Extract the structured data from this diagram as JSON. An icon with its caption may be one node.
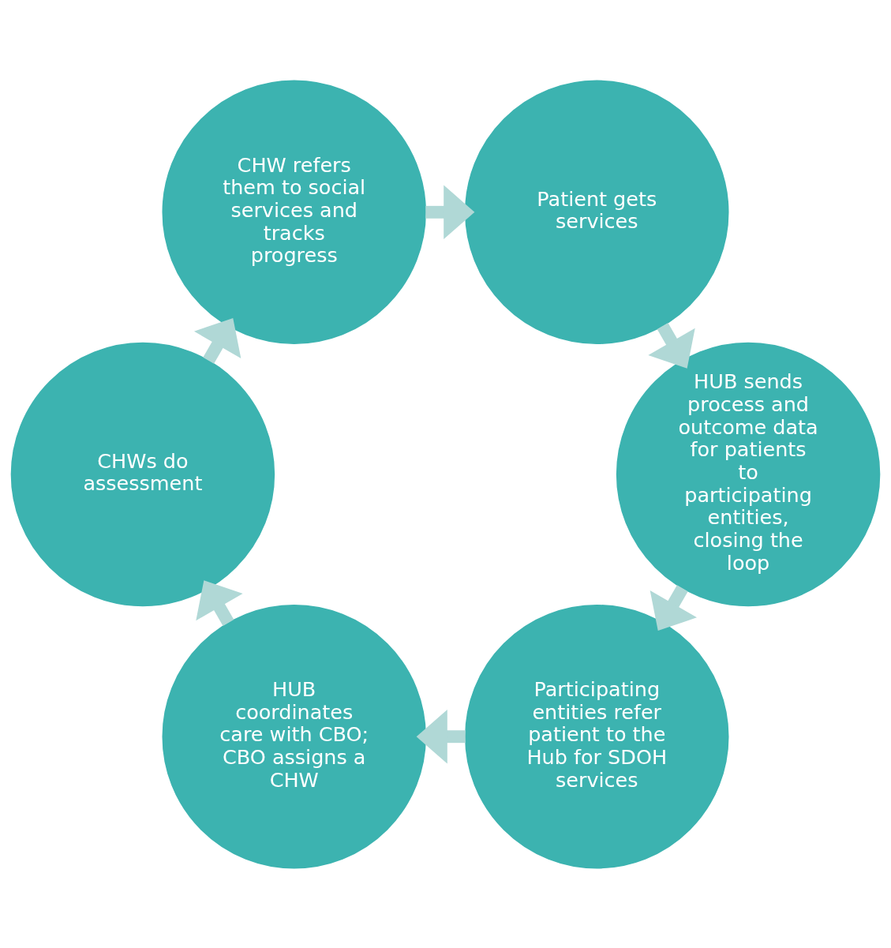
{
  "diagram": {
    "nodes": [
      {
        "text": [
          "Participating entities refer patient to the Hub for SDOH services"
        ]
      },
      {
        "text": [
          "HUB coordinates care with CBO; CBO assigns a CHW"
        ]
      },
      {
        "text": [
          "CHWs do assessment"
        ]
      },
      {
        "text": [
          "CHW refers them to social services and tracks progress"
        ]
      },
      {
        "text": [
          "Patient gets services"
        ]
      },
      {
        "text": [
          "HUB sends process and outcome data for patients to participating entities, closing the loop"
        ]
      }
    ],
    "edges": [
      {
        "from": 0,
        "to": 1,
        "arrow": "to"
      },
      {
        "from": 1,
        "to": 2,
        "arrow": "to"
      },
      {
        "from": 2,
        "to": 3,
        "arrow": "to"
      },
      {
        "from": 3,
        "to": 4,
        "arrow": "to"
      },
      {
        "from": 4,
        "to": 5,
        "arrow": "to"
      },
      {
        "from": 5,
        "to": 0,
        "arrow": "to"
      }
    ]
  }
}
